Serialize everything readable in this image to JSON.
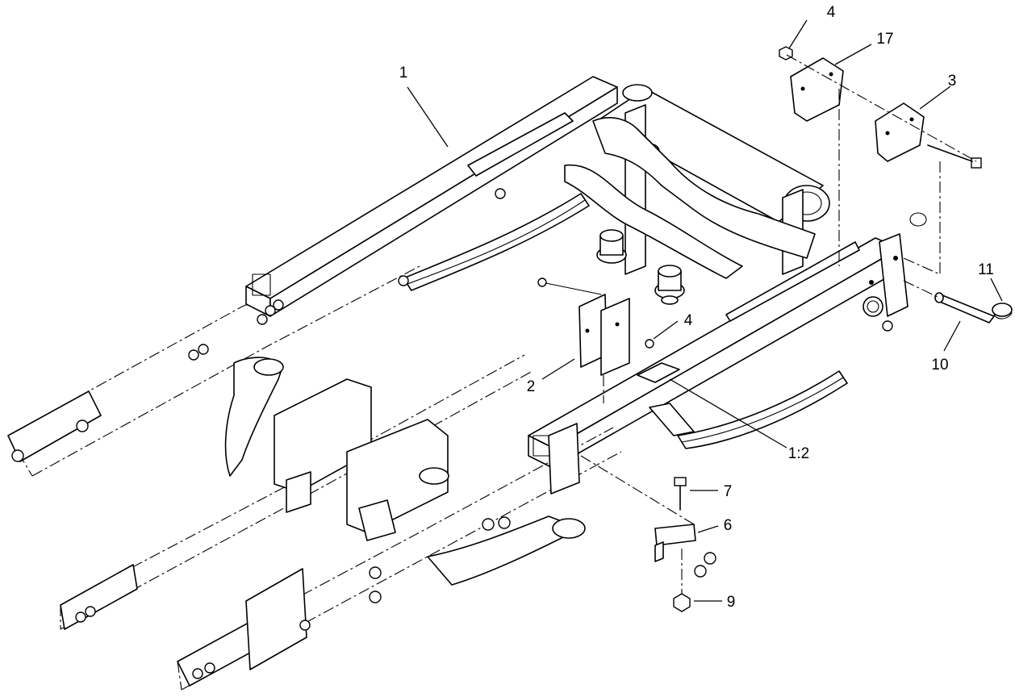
{
  "callouts": [
    {
      "id": "c1",
      "label": "1"
    },
    {
      "id": "c4a",
      "label": "4"
    },
    {
      "id": "c17",
      "label": "17"
    },
    {
      "id": "c3",
      "label": "3"
    },
    {
      "id": "c11",
      "label": "11"
    },
    {
      "id": "c4b",
      "label": "4"
    },
    {
      "id": "c10",
      "label": "10"
    },
    {
      "id": "c2",
      "label": "2"
    },
    {
      "id": "c12",
      "label": "1:2"
    },
    {
      "id": "c7",
      "label": "7"
    },
    {
      "id": "c6",
      "label": "6"
    },
    {
      "id": "c9",
      "label": "9"
    }
  ]
}
